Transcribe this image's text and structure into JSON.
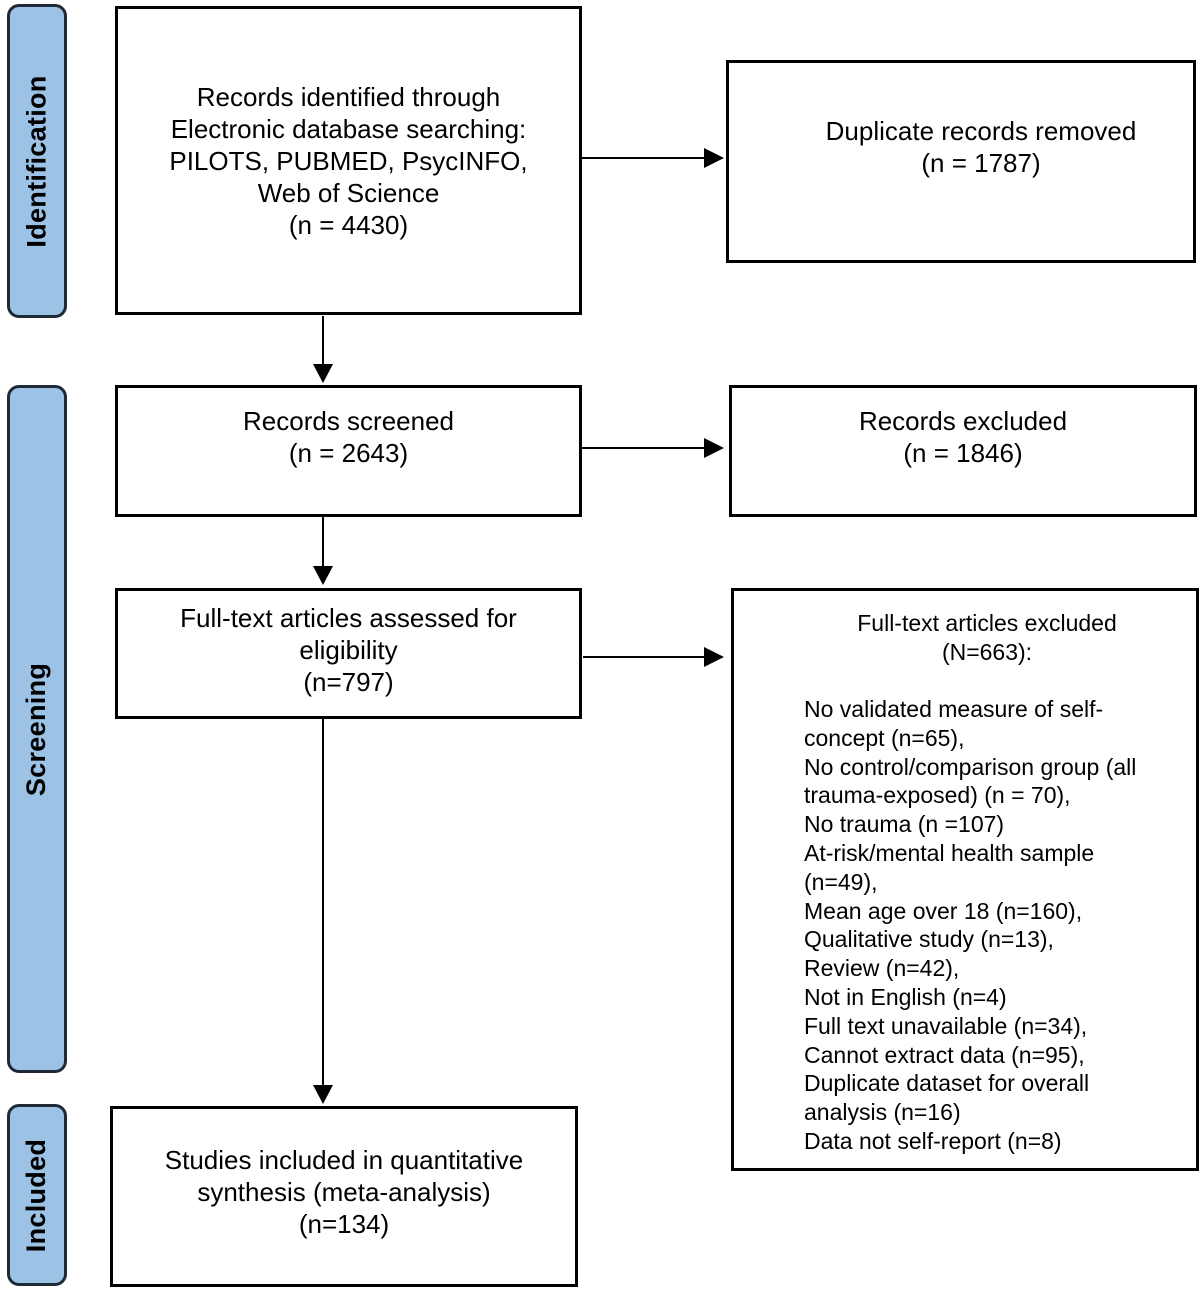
{
  "stages": {
    "identification": "Identification",
    "screening": "Screening",
    "included": "Included"
  },
  "records_identified": {
    "lines": [
      "Records identified through",
      "Electronic database searching:",
      "PILOTS, PUBMED, PsycINFO,",
      "Web of Science",
      "(n = 4430)"
    ]
  },
  "duplicates_removed": {
    "lines": [
      "Duplicate records removed",
      "(n = 1787)"
    ]
  },
  "records_screened": {
    "lines": [
      "Records screened",
      "(n = 2643)"
    ]
  },
  "records_excluded": {
    "lines": [
      "Records excluded",
      "(n = 1846)"
    ]
  },
  "fulltext_assessed": {
    "lines": [
      "Full-text articles assessed for",
      "eligibility",
      "(n=797)"
    ]
  },
  "fulltext_excluded": {
    "title_lines": [
      "Full-text articles excluded",
      "(N=663):"
    ],
    "reasons": [
      "No validated measure of self-",
      "concept (n=65),",
      "No control/comparison group (all",
      "trauma-exposed) (n = 70),",
      "No trauma (n =107)",
      "At-risk/mental health sample",
      "(n=49),",
      "Mean age over 18 (n=160),",
      "Qualitative study (n=13),",
      "Review (n=42),",
      "Not in English (n=4)",
      "Full text unavailable (n=34),",
      "Cannot extract data (n=95),",
      "Duplicate dataset for overall",
      "analysis (n=16)",
      "Data not self-report (n=8)"
    ]
  },
  "studies_included": {
    "lines": [
      "Studies included in quantitative",
      "synthesis (meta-analysis)",
      "(n=134)"
    ]
  }
}
